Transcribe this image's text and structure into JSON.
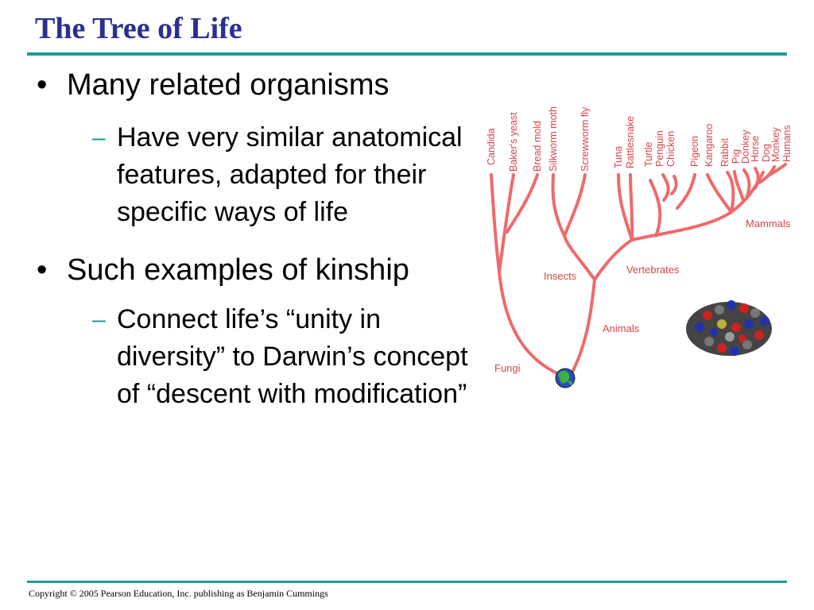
{
  "slide": {
    "title": "The Tree of Life",
    "bullets": [
      {
        "text": "Many related organisms",
        "sub": "Have very similar anatomical features, adapted for their specific ways of life"
      },
      {
        "text": "Such examples of kinship",
        "sub": "Connect life’s “unity in diversity” to Darwin’s concept of “descent with modification”"
      }
    ],
    "footer": "Copyright © 2005 Pearson Education, Inc. publishing as Benjamin Cummings"
  },
  "figure": {
    "organisms": [
      "Candida",
      "Baker's yeast",
      "Bread mold",
      "Silkworm moth",
      "Screwworm fly",
      "Tuna",
      "Rattlesnake",
      "Turtle",
      "Penguin",
      "Chicken",
      "Pigeon",
      "Kangaroo",
      "Rabbit",
      "Pig",
      "Donkey",
      "Horse",
      "Dog",
      "Monkey",
      "Humans"
    ],
    "groups": {
      "fungi": "Fungi",
      "insects": "Insects",
      "animals": "Animals",
      "vertebrates": "Vertebrates",
      "mammals": "Mammals"
    },
    "colors": {
      "branch": "#ee6a6c",
      "label": "#d9444a",
      "accent": "#1f9a9a",
      "title": "#2b2f8f"
    },
    "icons": [
      "globe-icon",
      "protein-molecule-image"
    ]
  }
}
